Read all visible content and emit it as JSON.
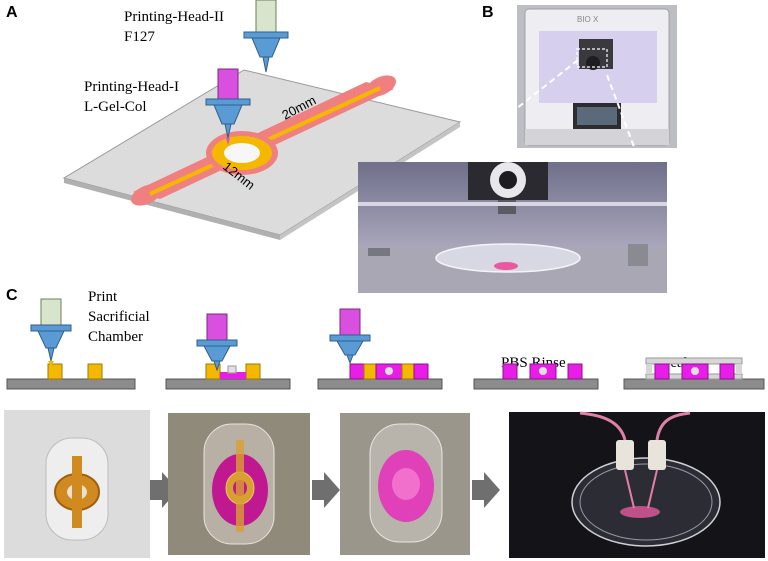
{
  "panels": {
    "a": "A",
    "b": "B",
    "c": "C"
  },
  "panel_a": {
    "head2_name": "Printing-Head-II",
    "head2_material": "F127",
    "head1_name": "Printing-Head-I",
    "head1_material": "L-Gel-Col",
    "dim_length": "20mm",
    "dim_width": "12mm"
  },
  "panel_b": {
    "printer_brand": "BIO X"
  },
  "panel_c": {
    "step1_label_line1": "Print",
    "step1_label_line2": "Sacrificial",
    "step1_label_line3": "Chamber",
    "step4_label": "PBS Rinse",
    "step5_label": "Sealing"
  },
  "colors": {
    "gel_pink": "#f07a7a",
    "sacrificial_yellow": "#f5b800",
    "magenta": "#e81ee8",
    "nozzle_blue": "#5b9bd5",
    "base_gray": "#8c8c8c"
  }
}
